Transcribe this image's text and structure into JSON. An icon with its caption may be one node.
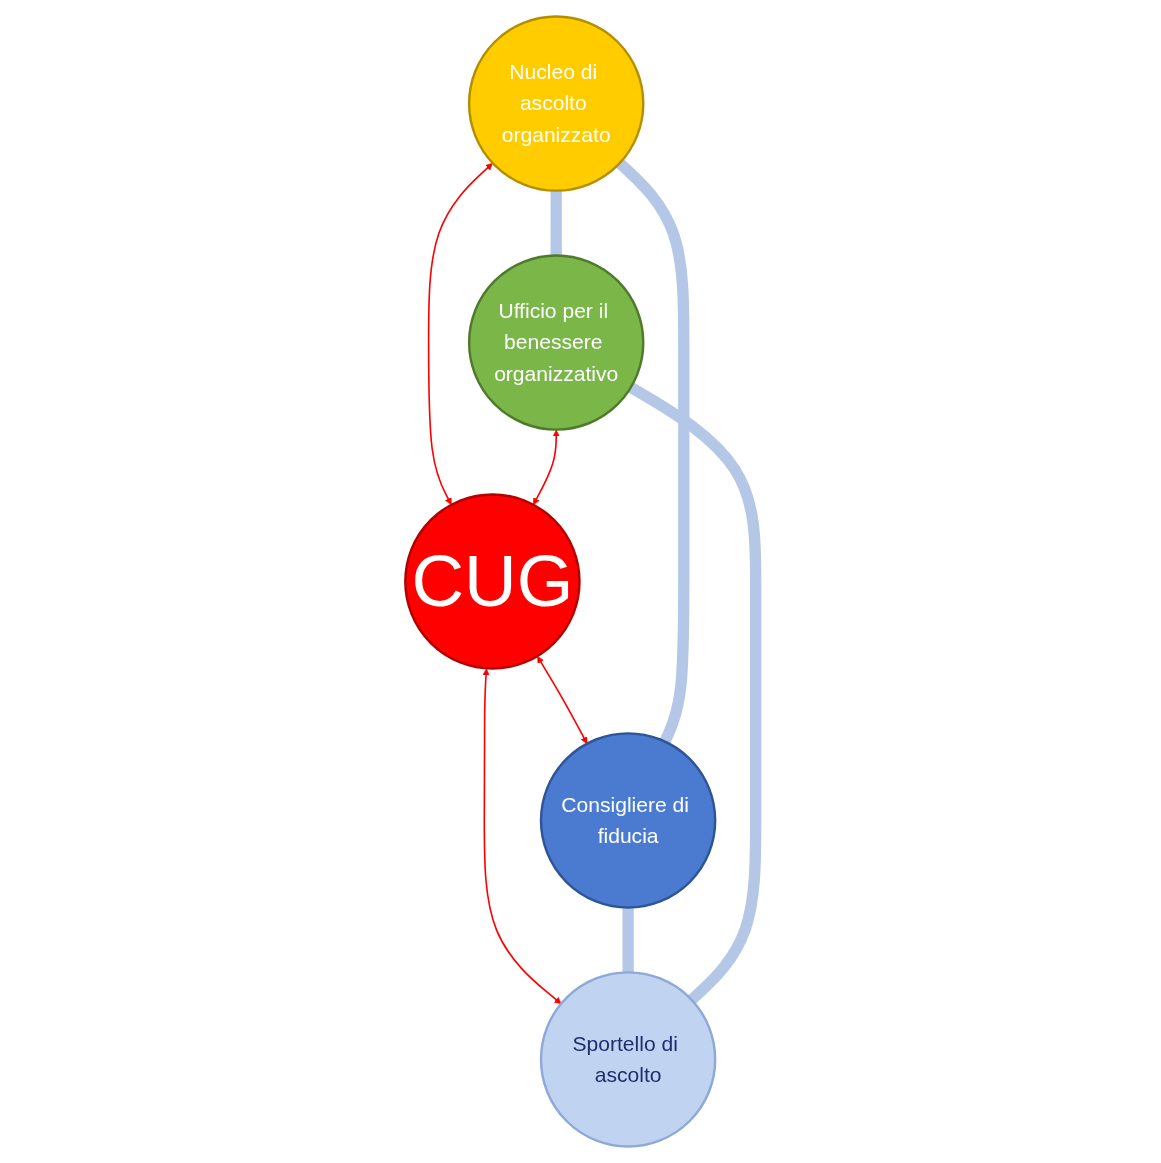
{
  "diagram": {
    "nodes": [
      {
        "text": [
          "Nucleo di ascolto organizzato"
        ]
      },
      {
        "text": [
          "Ufficio per il benessere organizzativo"
        ]
      },
      {
        "text": [
          "CUG"
        ]
      },
      {
        "text": [
          "Consigliere di fiducia"
        ]
      },
      {
        "text": [
          "Sportello di ascolto"
        ]
      }
    ],
    "edges": [
      {
        "from": 0,
        "to": 2,
        "arrow": "both",
        "color": "#ff0000"
      },
      {
        "from": 1,
        "to": 2,
        "arrow": "both",
        "color": "#ff0000"
      },
      {
        "from": 2,
        "to": 3,
        "arrow": "both",
        "color": "#ff0000"
      },
      {
        "from": 2,
        "to": 4,
        "arrow": "both",
        "color": "#ff0000"
      },
      {
        "from": 0,
        "to": 3,
        "arrow": "none",
        "style": "thick",
        "color": "#b4c7e7"
      },
      {
        "from": 3,
        "to": 4,
        "arrow": "none",
        "style": "thick",
        "color": "#b4c7e7"
      },
      {
        "from": 1,
        "to": 4,
        "arrow": "none",
        "style": "thick",
        "color": "#b4c7e7"
      },
      {
        "from": 0,
        "to": 1,
        "arrow": "none",
        "style": "thick",
        "color": "#b4c7e7"
      }
    ]
  }
}
